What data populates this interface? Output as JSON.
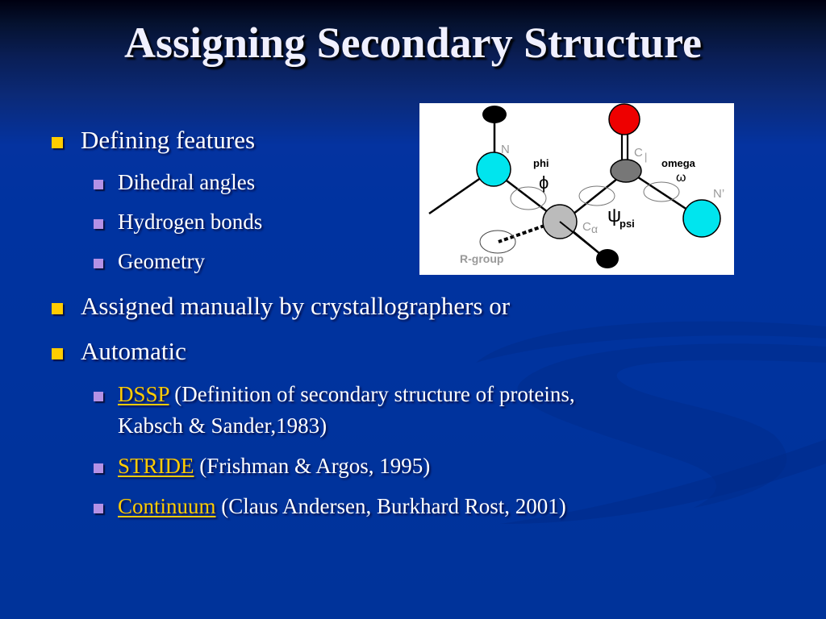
{
  "slide": {
    "title": "Assigning Secondary Structure",
    "colors": {
      "background": "#0033a0",
      "title_text": "#f0f0ff",
      "level1_bullet": "#ffcc00",
      "level2_bullet": "#b491e6",
      "link": "#ffcc00"
    },
    "bullets": [
      {
        "level": 1,
        "text": "Defining features",
        "children": [
          {
            "level": 2,
            "text": "Dihedral angles"
          },
          {
            "level": 2,
            "text": "Hydrogen bonds"
          },
          {
            "level": 2,
            "text": "Geometry"
          }
        ]
      },
      {
        "level": 1,
        "text": "Assigned manually by crystallographers or"
      },
      {
        "level": 1,
        "text": "Automatic",
        "children": [
          {
            "level": 2,
            "link": "DSSP",
            "text": " (Definition of secondary structure of proteins,",
            "text_line2": "Kabsch & Sander,1983)"
          },
          {
            "level": 2,
            "link": "STRIDE",
            "text": " (Frishman & Argos, 1995)"
          },
          {
            "level": 2,
            "link": "Continuum",
            "text": " (Claus Andersen, Burkhard Rost, 2001)"
          }
        ]
      }
    ]
  },
  "figure": {
    "description": "Peptide backbone dihedral angle diagram",
    "labels": {
      "n": "N",
      "c_prime": "C",
      "c_prime_sub": "|",
      "n_prime": "N’",
      "c_alpha": "C",
      "c_alpha_sub": "α",
      "phi": "phi",
      "phi_symbol": "ϕ",
      "psi": "psi",
      "psi_symbol": "ψ",
      "omega": "omega",
      "omega_symbol": "ω",
      "r_group": "R-group"
    },
    "atom_colors": {
      "nitrogen": "#00e5ee",
      "oxygen": "#ee0000",
      "carbon_prime": "#777777",
      "carbon_alpha": "#bbbbbb",
      "hydrogen_black": "#000000"
    }
  }
}
